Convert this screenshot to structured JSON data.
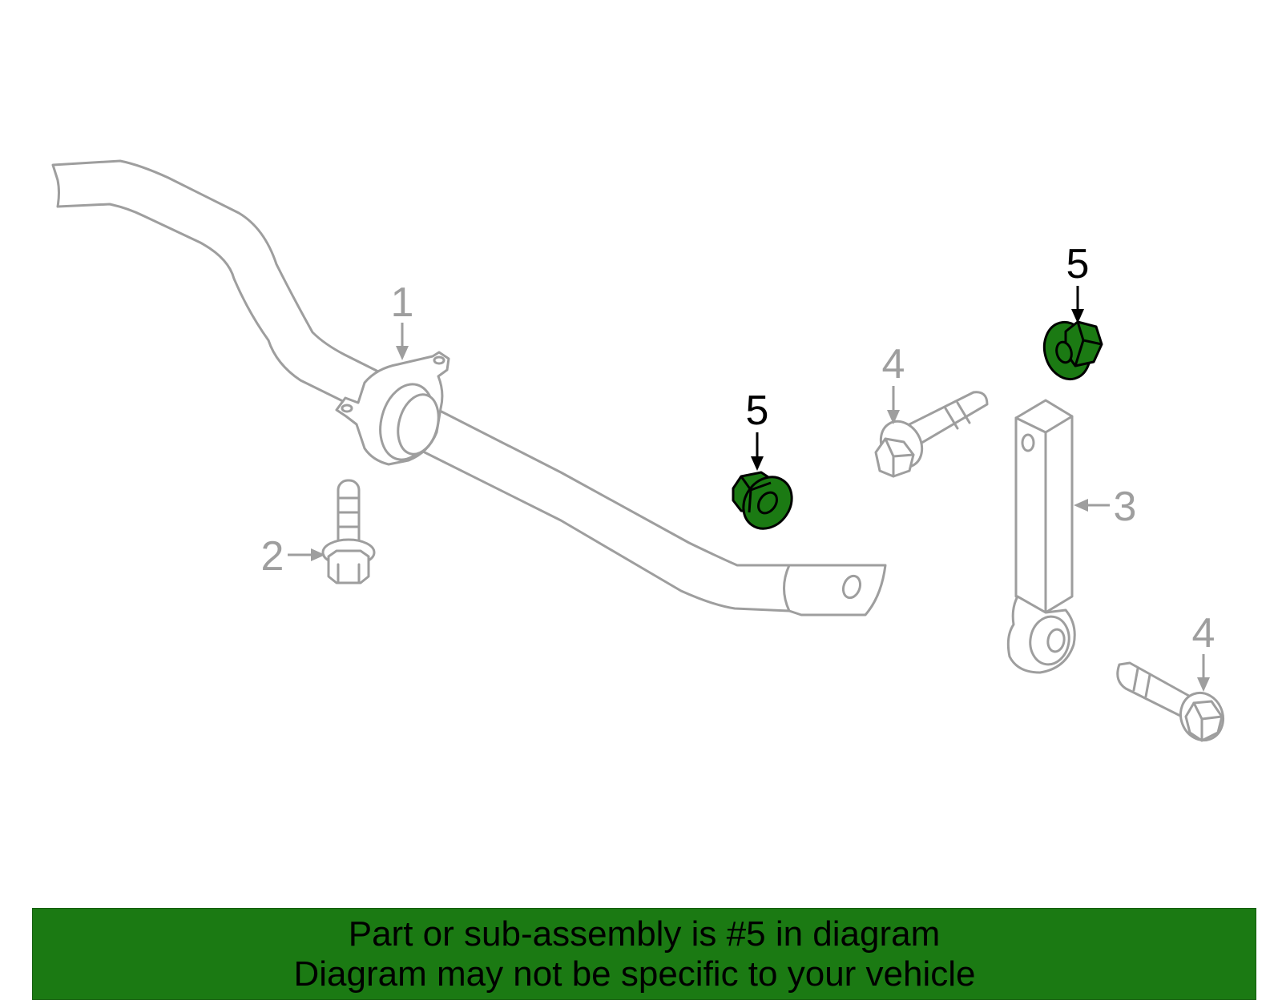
{
  "callouts": {
    "c1": "1",
    "c2": "2",
    "c3": "3",
    "c4a": "4",
    "c4b": "4",
    "c5a": "5",
    "c5b": "5"
  },
  "highlight": {
    "part_number": "5",
    "color": "#1b7a13"
  },
  "banner": {
    "line1": "Part or sub-assembly is #5 in diagram",
    "line2": "Diagram may not be specific to your vehicle"
  }
}
